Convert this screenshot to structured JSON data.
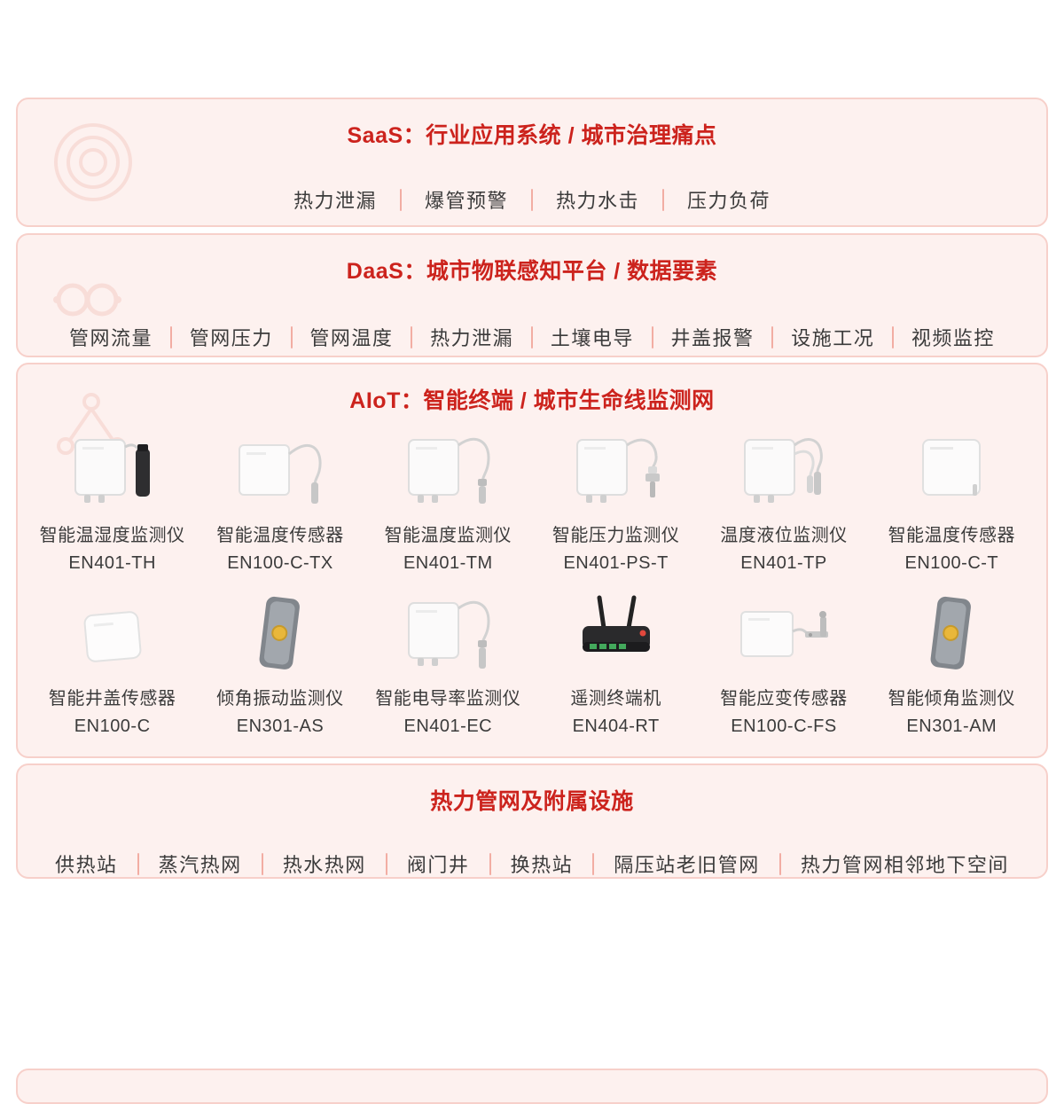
{
  "colors": {
    "accent_red": "#cc231d",
    "panel_bg": "#fdf1ef",
    "panel_border": "#f7d0ca",
    "divider_pink": "#f2ada3",
    "text_dark": "#3b3b3b"
  },
  "sections": {
    "saas": {
      "title": "SaaS：行业应用系统 / 城市治理痛点",
      "watermark_icon": "target-rings-icon",
      "items": [
        "热力泄漏",
        "爆管预警",
        "热力水击",
        "压力负荷"
      ]
    },
    "daas": {
      "title": "DaaS：城市物联感知平台 / 数据要素",
      "watermark_icon": "infinity-icon",
      "items": [
        "管网流量",
        "管网压力",
        "管网温度",
        "热力泄漏",
        "土壤电导",
        "井盖报警",
        "设施工况",
        "视频监控"
      ]
    },
    "aiot": {
      "title": "AIoT：智能终端 / 城市生命线监测网",
      "watermark_icon": "network-nodes-icon",
      "products": [
        {
          "name": "智能温湿度监测仪",
          "model": "EN401-TH",
          "icon": "white-box-black-probe-icon"
        },
        {
          "name": "智能温度传感器",
          "model": "EN100-C-TX",
          "icon": "white-panel-cable-probe-icon"
        },
        {
          "name": "智能温度监测仪",
          "model": "EN401-TM",
          "icon": "white-box-cable-probe-icon"
        },
        {
          "name": "智能压力监测仪",
          "model": "EN401-PS-T",
          "icon": "white-box-pressure-transmitter-icon"
        },
        {
          "name": "温度液位监测仪",
          "model": "EN401-TP",
          "icon": "white-box-dual-cable-icon"
        },
        {
          "name": "智能温度传感器",
          "model": "EN100-C-T",
          "icon": "white-panel-icon"
        },
        {
          "name": "智能井盖传感器",
          "model": "EN100-C",
          "icon": "white-flat-panel-icon"
        },
        {
          "name": "倾角振动监测仪",
          "model": "EN301-AS",
          "icon": "gray-device-yellow-button-icon"
        },
        {
          "name": "智能电导率监测仪",
          "model": "EN401-EC",
          "icon": "white-box-cable-probe-icon"
        },
        {
          "name": "遥测终端机",
          "model": "EN404-RT",
          "icon": "black-router-antennas-icon"
        },
        {
          "name": "智能应变传感器",
          "model": "EN100-C-FS",
          "icon": "white-panel-bracket-icon"
        },
        {
          "name": "智能倾角监测仪",
          "model": "EN301-AM",
          "icon": "gray-device-yellow-button-icon"
        }
      ]
    },
    "infra": {
      "title": "热力管网及附属设施",
      "items": [
        "供热站",
        "蒸汽热网",
        "热水热网",
        "阀门井",
        "换热站",
        "隔压站老旧管网",
        "热力管网相邻地下空间"
      ]
    }
  }
}
